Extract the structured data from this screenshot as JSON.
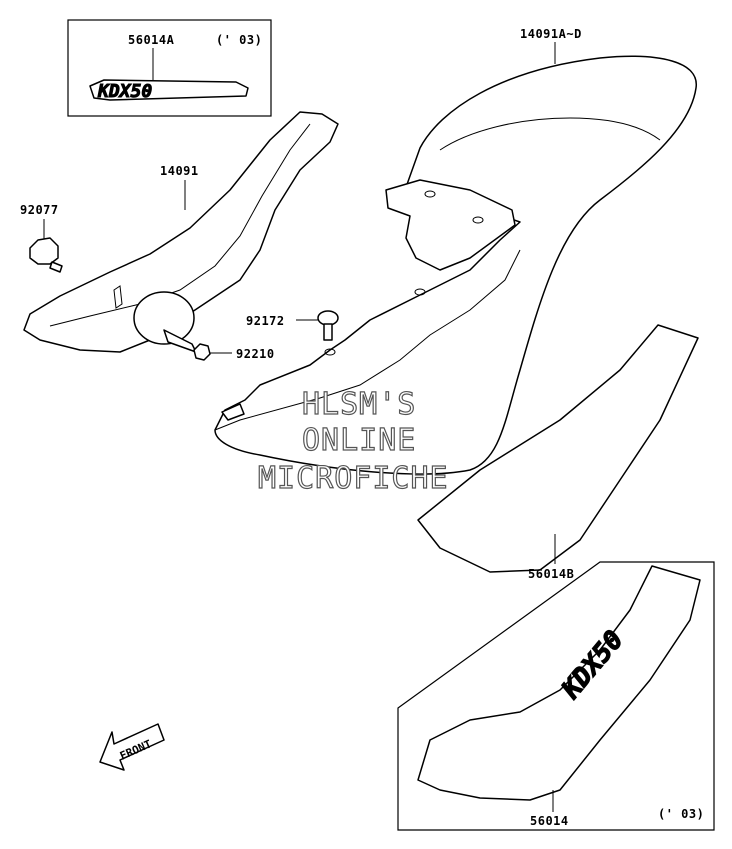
{
  "labels": {
    "decal_kdx_top": "56014A",
    "decal_kdx_top_year": "(' 03)",
    "seat_cover": "14091A~D",
    "side_cover": "14091",
    "knob": "92077",
    "screw": "92172",
    "nut": "92210",
    "decal_stripe": "56014B",
    "decal_kdx_bottom": "56014",
    "decal_kdx_bottom_year": "(' 03)"
  },
  "logo_text": "KDX50",
  "watermark": {
    "line1": "HLSM'S",
    "line2": "ONLINE",
    "line3": "MICROFICHE"
  },
  "front_arrow": "FRONT"
}
